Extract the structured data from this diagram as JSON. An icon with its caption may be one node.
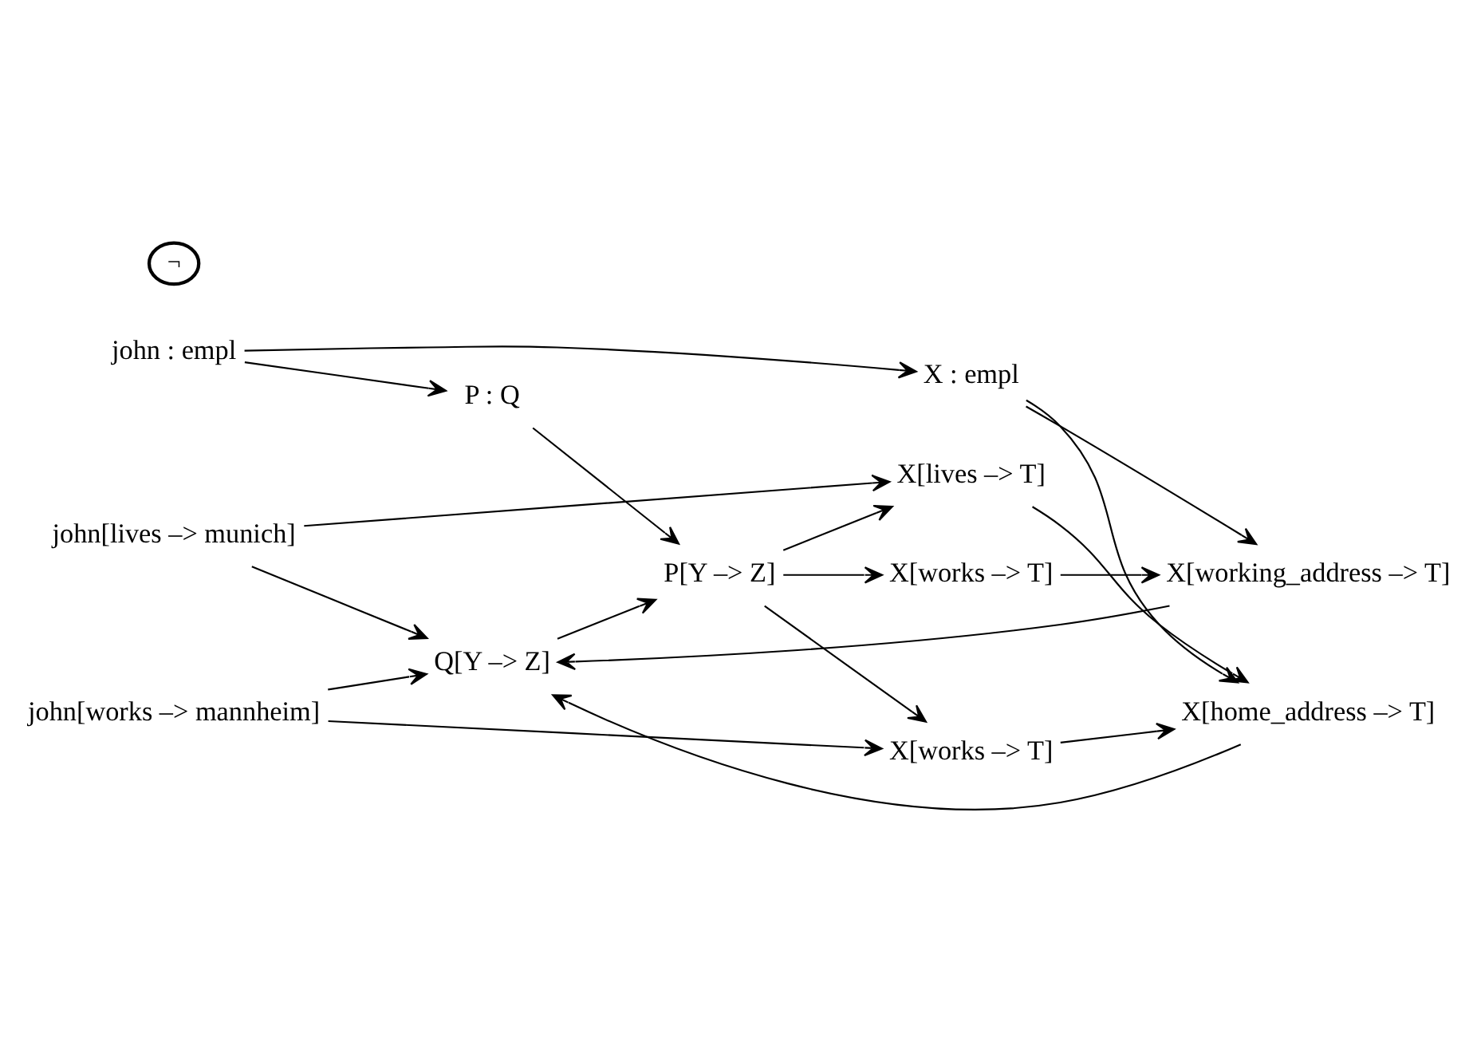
{
  "diagram": {
    "nodes": [
      {
        "text": [
          "john[lives –> munich]"
        ]
      },
      {
        "text": [
          "john[works –> mannheim]"
        ]
      },
      {
        "text": [
          "john : empl"
        ]
      },
      {
        "text": [
          "P : Q"
        ]
      },
      {
        "text": [
          "Q[Y –> Z]"
        ]
      },
      {
        "text": [
          "P[Y –> Z]"
        ]
      },
      {
        "text": [
          "X[works –> T]"
        ]
      },
      {
        "text": [
          "X[working_address –> T]"
        ]
      },
      {
        "text": [
          "X : empl"
        ]
      },
      {
        "text": [
          "X[lives –> T]"
        ]
      },
      {
        "text": [
          "X[home_address –> T]"
        ]
      },
      {
        "text": [
          "X[works –> T]"
        ]
      },
      {
        "text": [
          "¬"
        ]
      }
    ],
    "edges": [
      {
        "from": 2,
        "to": 3,
        "arrow": "to"
      },
      {
        "from": 1,
        "to": 4,
        "arrow": "to"
      },
      {
        "from": 0,
        "to": 4,
        "arrow": "to"
      },
      {
        "from": 7,
        "to": 4,
        "arrow": "to"
      },
      {
        "from": 10,
        "to": 4,
        "arrow": "to"
      },
      {
        "from": 3,
        "to": 5,
        "arrow": "to"
      },
      {
        "from": 4,
        "to": 5,
        "arrow": "to"
      },
      {
        "from": 0,
        "to": 9,
        "arrow": "to"
      },
      {
        "from": 1,
        "to": 11,
        "arrow": "to"
      },
      {
        "from": 2,
        "to": 8,
        "arrow": "to"
      },
      {
        "from": 5,
        "to": 6,
        "arrow": "to"
      },
      {
        "from": 5,
        "to": 9,
        "arrow": "to"
      },
      {
        "from": 5,
        "to": 11,
        "arrow": "to"
      },
      {
        "from": 6,
        "to": 7,
        "arrow": "to"
      },
      {
        "from": 8,
        "to": 7,
        "arrow": "to"
      },
      {
        "from": 8,
        "to": 10,
        "arrow": "to"
      },
      {
        "from": 9,
        "to": 10,
        "arrow": "to"
      },
      {
        "from": 11,
        "to": 10,
        "arrow": "to"
      }
    ]
  }
}
